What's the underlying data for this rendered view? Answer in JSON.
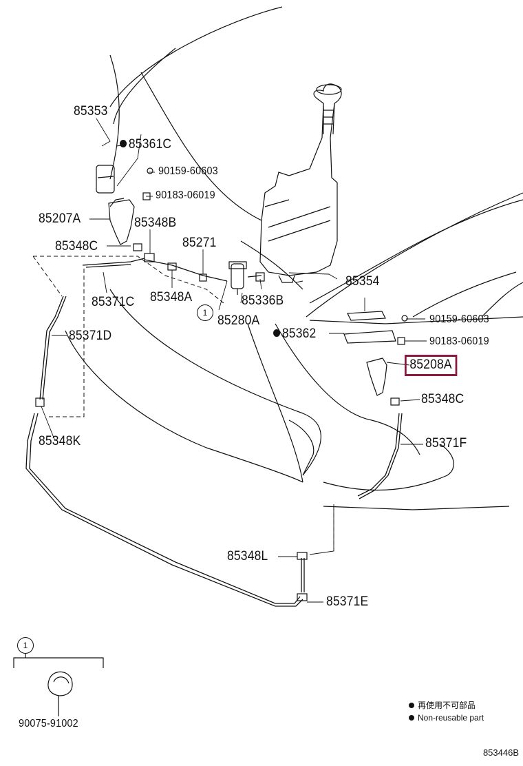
{
  "diagram": {
    "figure_id": "853446B",
    "highlighted_part": "85208A",
    "highlight_color": "#8b1a3e",
    "callouts": {
      "p85353": "85353",
      "p85361C": "85361C",
      "p90159_1": "90159-60603",
      "p90183_1": "90183-06019",
      "p85207A": "85207A",
      "p85348B": "85348B",
      "p85271": "85271",
      "p85348C_1": "85348C",
      "p85371C": "85371C",
      "p85348A": "85348A",
      "p85336B": "85336B",
      "p85280A": "85280A",
      "p85354": "85354",
      "p90159_2": "90159-60603",
      "p85362": "85362",
      "p90183_2": "90183-06019",
      "p85371D": "85371D",
      "p85208A": "85208A",
      "p85348C_2": "85348C",
      "p85348K": "85348K",
      "p85371F": "85371F",
      "p85348L": "85348L",
      "p85371E": "85371E",
      "p90075": "90075-91002"
    },
    "circle_ref": "1",
    "legend": {
      "jp": "再使用不可部品",
      "en": "Non-reusable part"
    }
  }
}
